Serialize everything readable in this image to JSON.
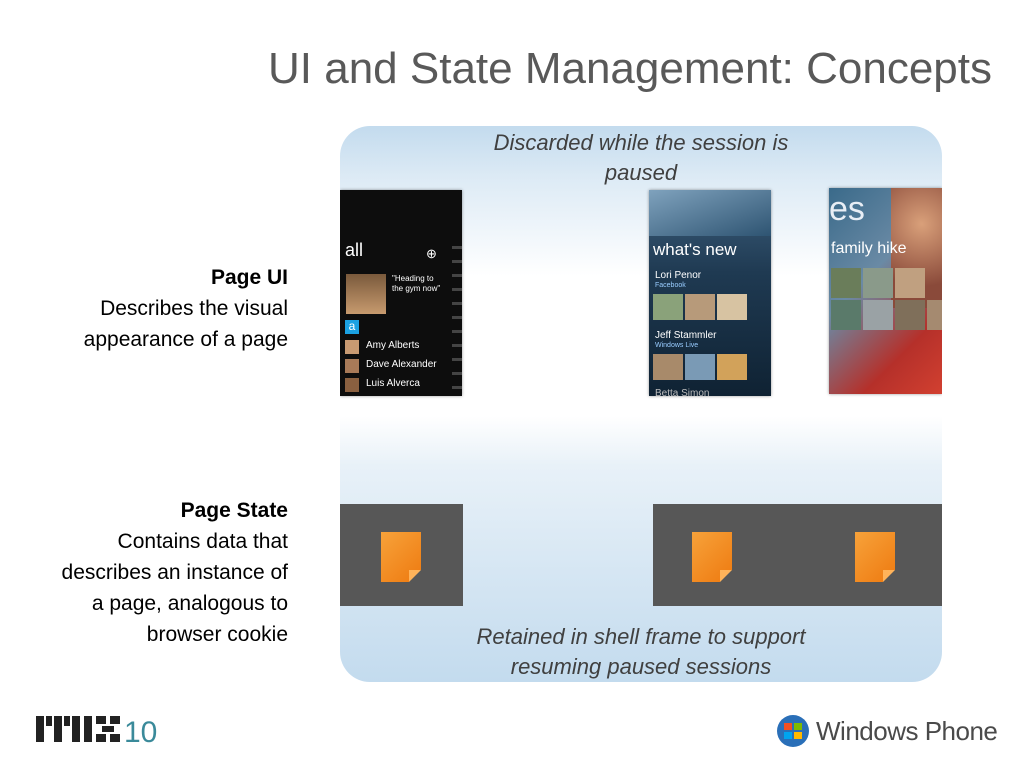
{
  "slide": {
    "title": "UI and State Management: Concepts",
    "page_ui": {
      "heading": "Page UI",
      "lines": [
        "Describes the visual",
        "appearance of a page"
      ]
    },
    "page_state": {
      "heading": "Page State",
      "lines": [
        "Contains data that",
        "describes an instance of",
        "a page, analogous to",
        "browser cookie"
      ]
    },
    "panel": {
      "top_caption": [
        "Discarded while the session is",
        "paused"
      ],
      "bottom_caption": [
        "Retained in shell frame to support",
        "resuming paused sessions"
      ]
    },
    "phones": {
      "people": {
        "header": "all",
        "plus_icon": "⊕",
        "status_quote_1": "\"Heading to",
        "status_quote_2": "the gym now\"",
        "letter": "a",
        "contacts": [
          "Amy Alberts",
          "Dave Alexander",
          "Luis Alverca"
        ]
      },
      "whats_new": {
        "header": "what's new",
        "entries": [
          {
            "name": "Lori Penor",
            "source": "Facebook"
          },
          {
            "name": "Jeff Stammler",
            "source": "Windows Live"
          }
        ],
        "truncated": "Betta Simon"
      },
      "pictures": {
        "header_fragment": "es",
        "album": "family hike"
      }
    },
    "logos": {
      "mix": "10",
      "windows_phone": "Windows Phone"
    }
  }
}
